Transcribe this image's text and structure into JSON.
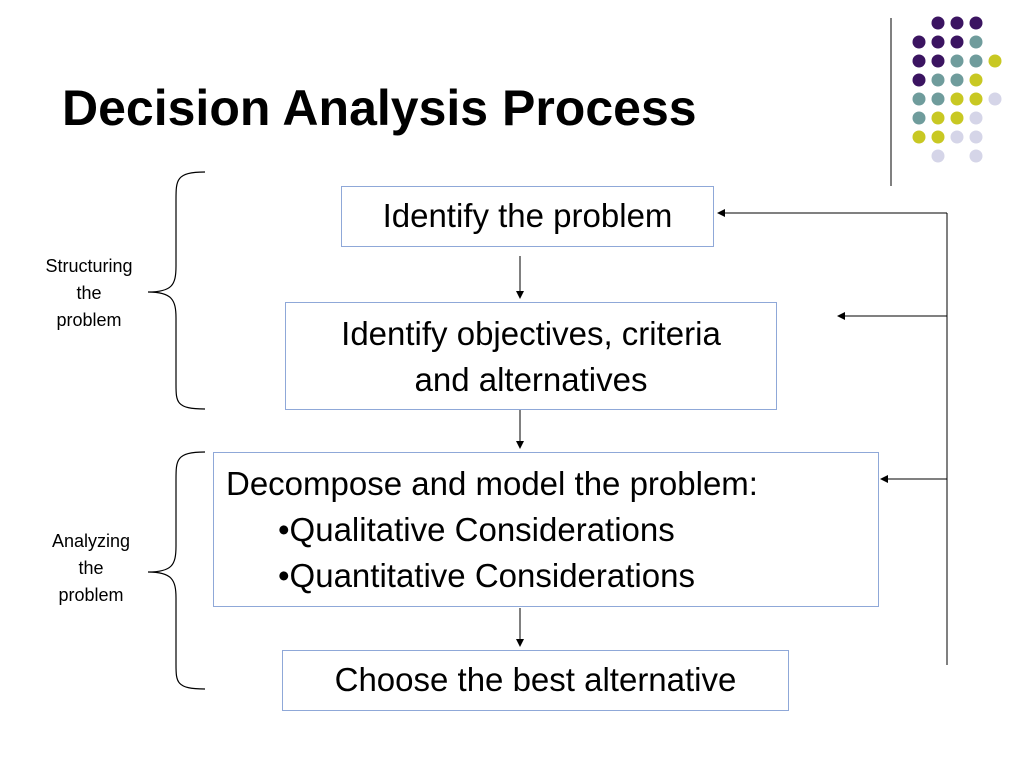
{
  "slide": {
    "title": "Decision Analysis Process"
  },
  "steps": {
    "step1": "Identify the problem",
    "step2_line1": "Identify objectives, criteria",
    "step2_line2": "and alternatives",
    "step3_title": "Decompose and model the problem:",
    "step3_bullet1": "•Qualitative Considerations",
    "step3_bullet2": "•Quantitative Considerations",
    "step4": "Choose the best alternative"
  },
  "groups": {
    "structuring": [
      "Structuring",
      "the",
      "problem"
    ],
    "analyzing": [
      "Analyzing",
      "the",
      "problem"
    ]
  },
  "colors": {
    "box_border": "#8fa8d8",
    "dot_purple": "#3b1461",
    "dot_teal": "#6f9c9c",
    "dot_yellow": "#c8c823",
    "dot_lavender": "#d5d5e8"
  }
}
